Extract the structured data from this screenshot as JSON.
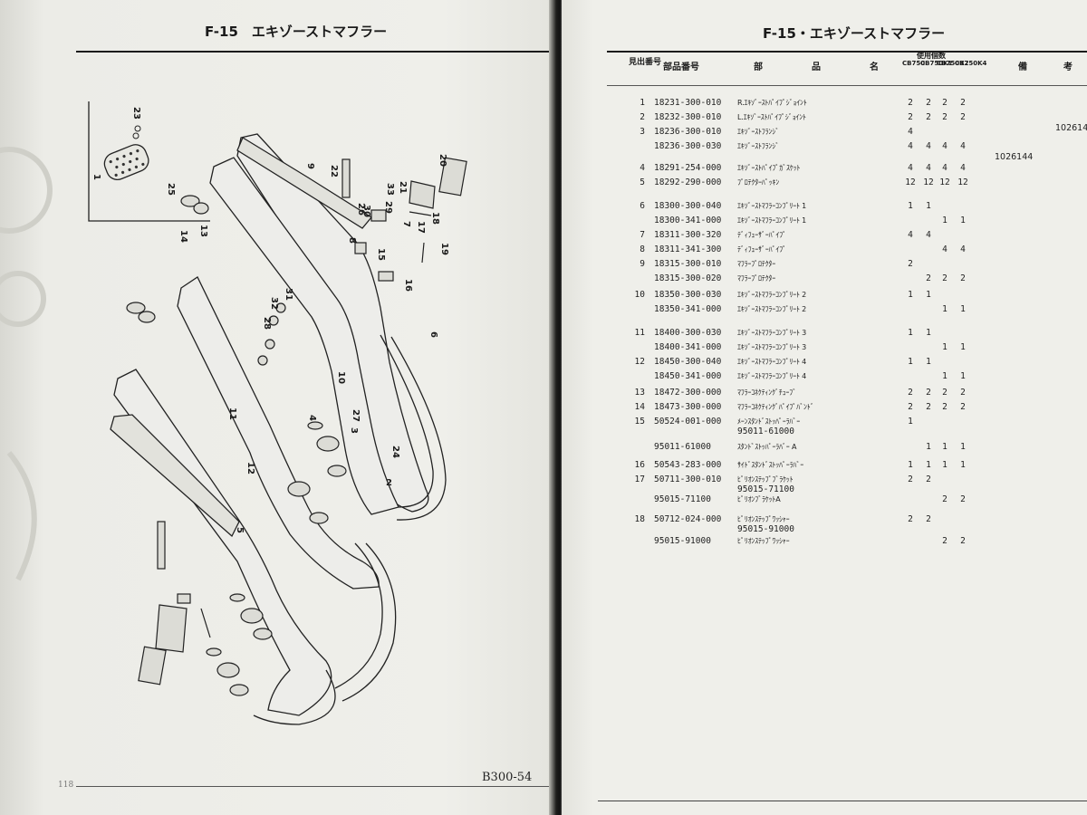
{
  "left_page": {
    "title": "F-15　エキゾーストマフラー",
    "footer_code": "B300-54",
    "page_number": "118",
    "callouts": [
      "1",
      "2",
      "3",
      "4",
      "5",
      "6",
      "7",
      "8",
      "9",
      "10",
      "11",
      "12",
      "13",
      "14",
      "15",
      "16",
      "17",
      "18",
      "19",
      "20",
      "21",
      "22",
      "23",
      "24",
      "25",
      "26",
      "27",
      "28",
      "29",
      "30",
      "31",
      "32",
      "33"
    ]
  },
  "right_page": {
    "title": "F-15・エキゾーストマフラー",
    "headers": {
      "ref": "見出番号",
      "part_no": "部品番号",
      "desc_1": "部",
      "desc_2": "品",
      "desc_3": "名",
      "qty_group": "使用個数",
      "models": [
        "CB750",
        "CB750K1",
        "CB750K2",
        "CB750K4"
      ],
      "note": "備考"
    },
    "rows": [
      {
        "ref": "1",
        "part": "18231-300-010",
        "desc": "R.ｴｷｿﾞｰｽﾄﾊﾟｲﾌﾟｼﾞｮｲﾝﾄ",
        "q": [
          "2",
          "2",
          "2",
          "2"
        ],
        "note": ""
      },
      {
        "ref": "2",
        "part": "18232-300-010",
        "desc": "L.ｴｷｿﾞｰｽﾄﾊﾟｲﾌﾟｼﾞｮｲﾝﾄ",
        "q": [
          "2",
          "2",
          "2",
          "2"
        ],
        "note": ""
      },
      {
        "ref": "3",
        "part": "18236-300-010",
        "desc": "ｴｷｿﾞｰｽﾄﾌﾗﾝｼﾞ",
        "q": [
          "4",
          "",
          "",
          ""
        ],
        "note": "102614"
      },
      {
        "ref": "",
        "part": "18236-300-030",
        "desc": "ｴｷｿﾞｰｽﾄﾌﾗﾝｼﾞ",
        "q": [
          "4",
          "4",
          "4",
          "4"
        ],
        "note": "1026144"
      },
      {
        "ref": "4",
        "part": "18291-254-000",
        "desc": "ｴｷｿﾞｰｽﾄﾊﾟｲﾌﾟｶﾞｽｹｯﾄ",
        "q": [
          "4",
          "4",
          "4",
          "4"
        ],
        "note": ""
      },
      {
        "ref": "5",
        "part": "18292-290-000",
        "desc": "ﾌﾟﾛﾃｸﾀｰﾊﾟｯｷﾝ",
        "q": [
          "12",
          "12",
          "12",
          "12"
        ],
        "note": ""
      },
      {
        "ref": "6",
        "part": "18300-300-040",
        "desc": "ｴｷｿﾞｰｽﾄﾏﾌﾗｰｺﾝﾌﾟﾘｰﾄ 1",
        "q": [
          "1",
          "1",
          "",
          ""
        ],
        "note": ""
      },
      {
        "ref": "",
        "part": "18300-341-000",
        "desc": "ｴｷｿﾞｰｽﾄﾏﾌﾗｰｺﾝﾌﾟﾘｰﾄ 1",
        "q": [
          "",
          "",
          "1",
          "1"
        ],
        "note": ""
      },
      {
        "ref": "7",
        "part": "18311-300-320",
        "desc": "ﾃﾞｨﾌｭｰｻﾞｰﾊﾟｲﾌﾟ",
        "q": [
          "4",
          "4",
          "",
          ""
        ],
        "note": ""
      },
      {
        "ref": "8",
        "part": "18311-341-300",
        "desc": "ﾃﾞｨﾌｭｰｻﾞｰﾊﾟｲﾌﾟ",
        "q": [
          "",
          "",
          "4",
          "4"
        ],
        "note": ""
      },
      {
        "ref": "9",
        "part": "18315-300-010",
        "desc": "ﾏﾌﾗｰﾌﾟﾛﾃｸﾀｰ",
        "q": [
          "2",
          "",
          "",
          ""
        ],
        "note": ""
      },
      {
        "ref": "",
        "part": "18315-300-020",
        "desc": "ﾏﾌﾗｰﾌﾟﾛﾃｸﾀｰ",
        "q": [
          "",
          "2",
          "2",
          "2"
        ],
        "note": ""
      },
      {
        "ref": "10",
        "part": "18350-300-030",
        "desc": "ｴｷｿﾞｰｽﾄﾏﾌﾗｰｺﾝﾌﾟﾘｰﾄ 2",
        "q": [
          "1",
          "1",
          "",
          ""
        ],
        "note": ""
      },
      {
        "ref": "",
        "part": "18350-341-000",
        "desc": "ｴｷｿﾞｰｽﾄﾏﾌﾗｰｺﾝﾌﾟﾘｰﾄ 2",
        "q": [
          "",
          "",
          "1",
          "1"
        ],
        "note": ""
      },
      {
        "ref": "11",
        "part": "18400-300-030",
        "desc": "ｴｷｿﾞｰｽﾄﾏﾌﾗｰｺﾝﾌﾟﾘｰﾄ 3",
        "q": [
          "1",
          "1",
          "",
          ""
        ],
        "note": ""
      },
      {
        "ref": "",
        "part": "18400-341-000",
        "desc": "ｴｷｿﾞｰｽﾄﾏﾌﾗｰｺﾝﾌﾟﾘｰﾄ 3",
        "q": [
          "",
          "",
          "1",
          "1"
        ],
        "note": ""
      },
      {
        "ref": "12",
        "part": "18450-300-040",
        "desc": "ｴｷｿﾞｰｽﾄﾏﾌﾗｰｺﾝﾌﾟﾘｰﾄ 4",
        "q": [
          "1",
          "1",
          "",
          ""
        ],
        "note": ""
      },
      {
        "ref": "",
        "part": "18450-341-000",
        "desc": "ｴｷｿﾞｰｽﾄﾏﾌﾗｰｺﾝﾌﾟﾘｰﾄ 4",
        "q": [
          "",
          "",
          "1",
          "1"
        ],
        "note": ""
      },
      {
        "ref": "13",
        "part": "18472-300-000",
        "desc": "ﾏﾌﾗｰｺﾈｸﾃｨﾝｸﾞﾁｭｰﾌﾞ",
        "q": [
          "2",
          "2",
          "2",
          "2"
        ],
        "note": ""
      },
      {
        "ref": "14",
        "part": "18473-300-000",
        "desc": "ﾏﾌﾗｰｺﾈｸﾃｨﾝｸﾞﾊﾟｲﾌﾟﾊﾞﾝﾄﾞ",
        "q": [
          "2",
          "2",
          "2",
          "2"
        ],
        "note": ""
      },
      {
        "ref": "15",
        "part": "50524-001-000",
        "desc": "ﾒｰﾝｽﾀﾝﾄﾞｽﾄｯﾊﾟｰﾗﾊﾞｰ",
        "desc2": "95011-61000",
        "q": [
          "1",
          "",
          "",
          ""
        ],
        "note": ""
      },
      {
        "ref": "",
        "part": "95011-61000",
        "desc": "ｽﾀﾝﾄﾞｽﾄｯﾊﾟｰﾗﾊﾞｰ A",
        "q": [
          "",
          "1",
          "1",
          "1"
        ],
        "note": ""
      },
      {
        "ref": "16",
        "part": "50543-283-000",
        "desc": "ｻｲﾄﾞｽﾀﾝﾄﾞｽﾄｯﾊﾟｰﾗﾊﾞｰ",
        "q": [
          "1",
          "1",
          "1",
          "1"
        ],
        "note": ""
      },
      {
        "ref": "17",
        "part": "50711-300-010",
        "desc": "ﾋﾟﾘｵﾝｽﾃｯﾌﾟﾌﾞﾗｹｯﾄ",
        "desc2": "95015-71100",
        "q": [
          "2",
          "2",
          "",
          ""
        ],
        "note": ""
      },
      {
        "ref": "",
        "part": "95015-71100",
        "desc": "ﾋﾟﾘｵﾝﾌﾞﾗｹｯﾄA",
        "q": [
          "",
          "",
          "2",
          "2"
        ],
        "note": ""
      },
      {
        "ref": "18",
        "part": "50712-024-000",
        "desc": "ﾋﾟﾘｵﾝｽﾃｯﾌﾟﾜｯｼｬｰ",
        "desc2": "95015-91000",
        "q": [
          "2",
          "2",
          "",
          ""
        ],
        "note": ""
      },
      {
        "ref": "",
        "part": "95015-91000",
        "desc": "ﾋﾟﾘｵﾝｽﾃｯﾌﾟﾜｯｼｬｰ",
        "q": [
          "",
          "",
          "2",
          "2"
        ],
        "note": ""
      }
    ]
  }
}
